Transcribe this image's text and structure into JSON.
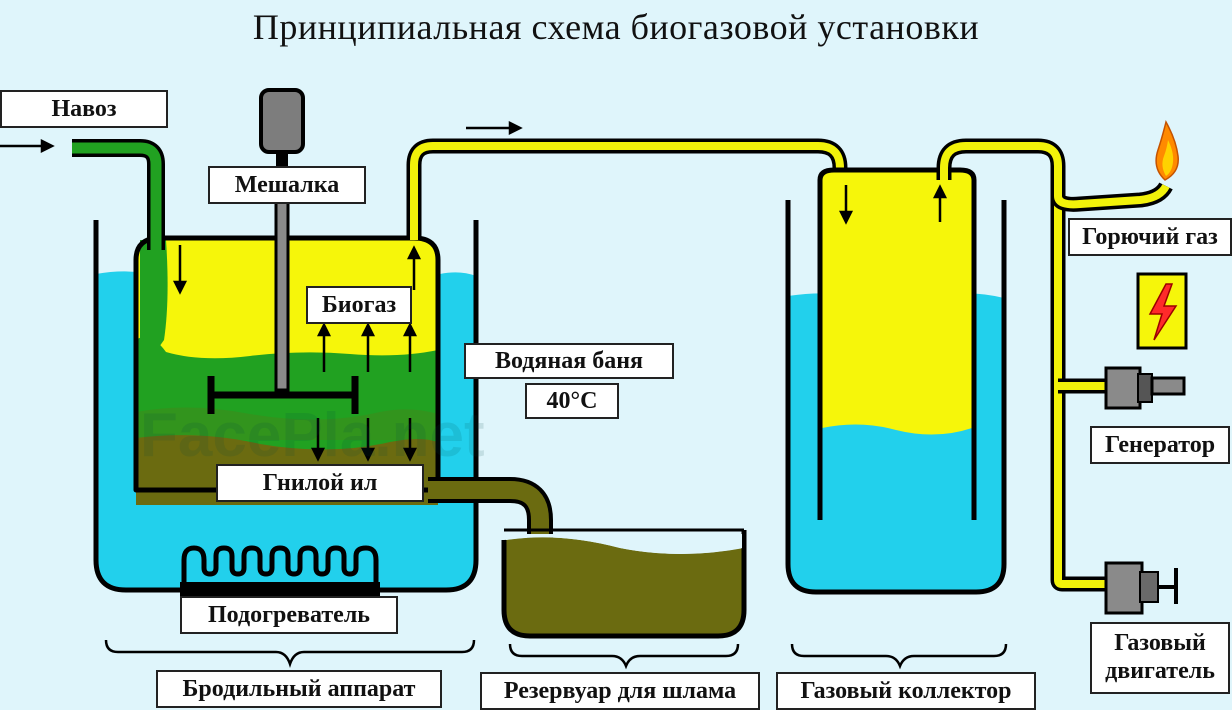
{
  "title": "Принципиальная схема биогазовой установки",
  "labels": {
    "manure": "Навоз",
    "mixer": "Мешалка",
    "biogas": "Биогаз",
    "water_bath": "Водяная баня",
    "temperature": "40°C",
    "sludge": "Гнилой ил",
    "heater": "Подогреватель",
    "fermenter": "Бродильный аппарат",
    "sludge_tank": "Резервуар для шлама",
    "gas_collector": "Газовый коллектор",
    "combustible_gas": "Горючий газ",
    "generator": "Генератор",
    "gas_engine_line1": "Газовый",
    "gas_engine_line2": "двигатель"
  },
  "watermark": "FacePla.net",
  "colors": {
    "background": "#dff5fb",
    "water": "#22d0ec",
    "biogas": "#f6f60a",
    "manure": "#21a121",
    "sludge": "#6b6b10",
    "pipe_gas": "#f2f20a",
    "outline": "#000000"
  },
  "icons": [
    "flame-icon",
    "lightning-icon",
    "generator-icon",
    "engine-icon",
    "heater-coil-icon",
    "mixer-motor-icon"
  ]
}
